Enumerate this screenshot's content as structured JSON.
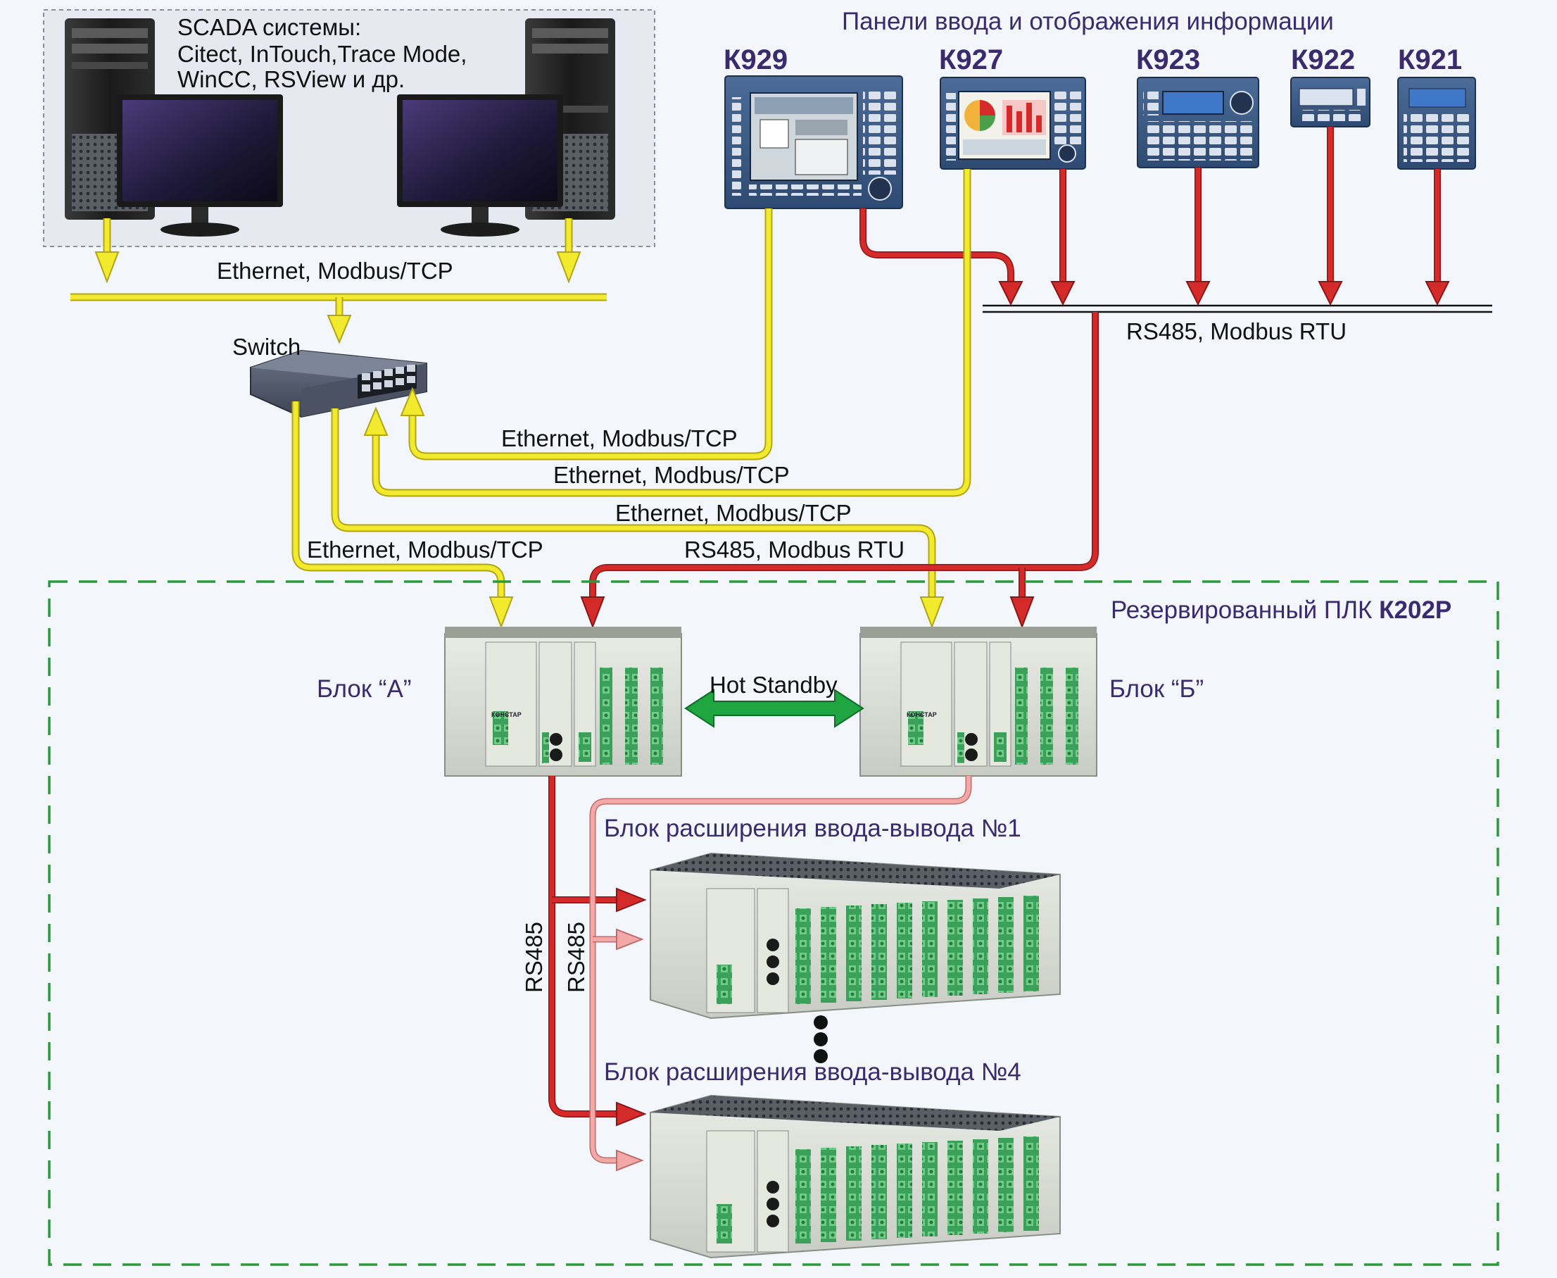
{
  "scada": {
    "title": "SCADA системы:",
    "line2": "Citect, InTouch,Trace Mode,",
    "line3": "WinCC, RSView и др."
  },
  "panels": {
    "title": "Панели ввода и отображения информации",
    "models": [
      "К929",
      "К927",
      "К923",
      "К922",
      "К921"
    ]
  },
  "switch_label": "Switch",
  "links": {
    "eth_top": "Ethernet, Modbus/TCP",
    "eth_k929": "Ethernet, Modbus/TCP",
    "eth_k927": "Ethernet, Modbus/TCP",
    "eth_to_b": "Ethernet, Modbus/TCP",
    "eth_to_a": "Ethernet, Modbus/TCP",
    "rs485_bus": "RS485,  Modbus RTU",
    "rs485_plc": "RS485,  Modbus RTU",
    "rs485_v1": "RS485",
    "rs485_v2": "RS485",
    "hot_standby": "Hot Standby"
  },
  "plc": {
    "title_prefix": "Резервированный ПЛК ",
    "title_model": "К202Р",
    "block_a": "Блок “А”",
    "block_b": "Блок “Б”",
    "brand": "КОНСТАР"
  },
  "expansion": {
    "block1": "Блок расширения ввода-вывода №1",
    "block4": "Блок расширения ввода-вывода №4"
  },
  "colors": {
    "ethernet": "#f2ea2c",
    "rs485_primary": "#d42a2a",
    "rs485_backup": "#f3a8a8",
    "hot_standby": "#1fa640",
    "plc_frame": "#2a9a3a"
  }
}
